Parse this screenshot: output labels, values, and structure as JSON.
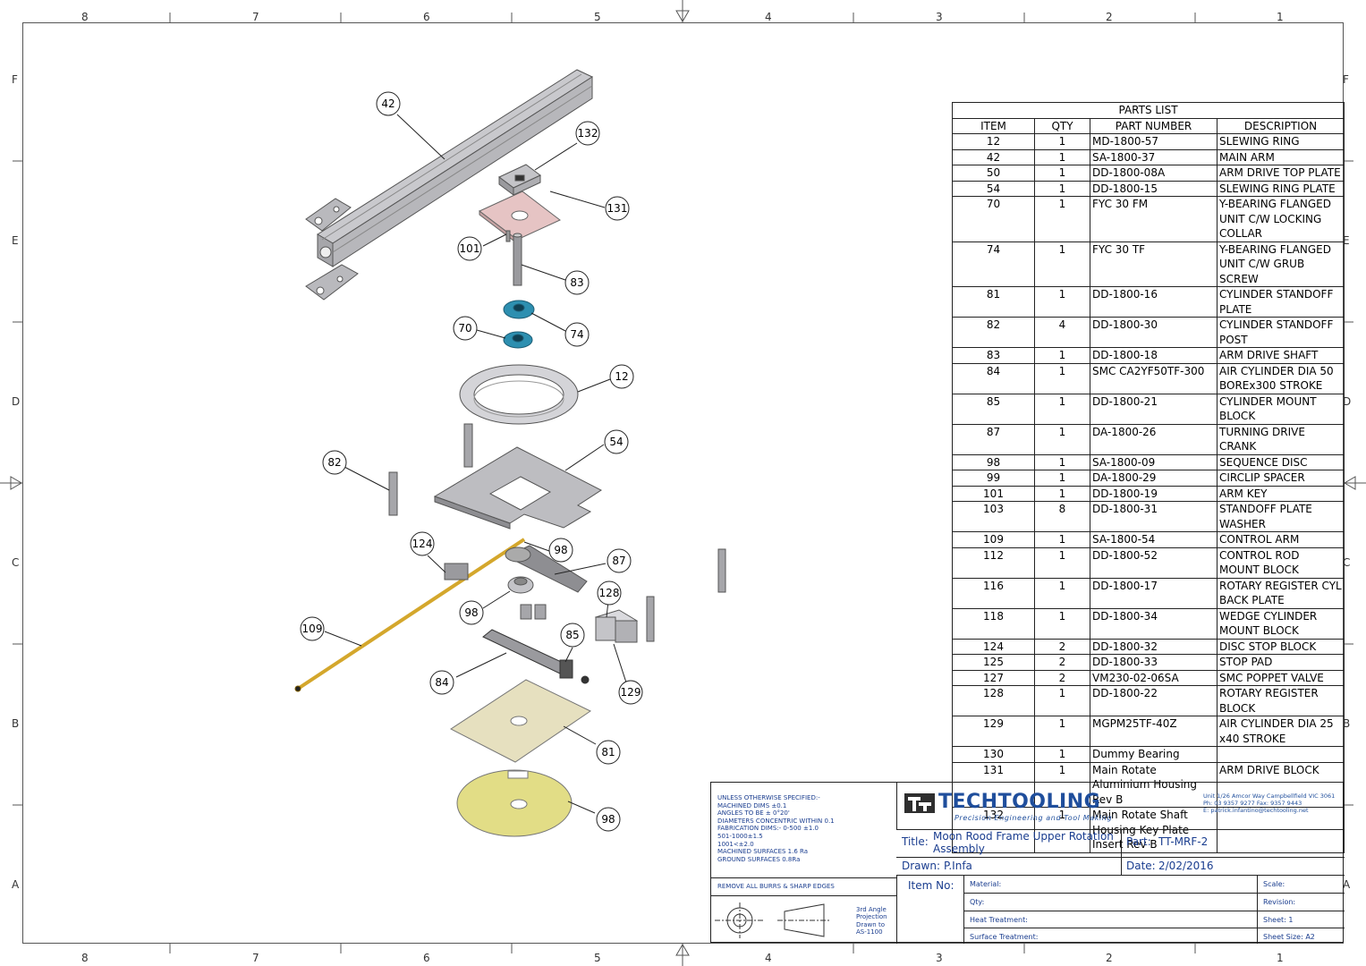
{
  "border": {
    "columns": [
      "8",
      "7",
      "6",
      "5",
      "4",
      "3",
      "2",
      "1"
    ],
    "rows": [
      "F",
      "E",
      "D",
      "C",
      "B",
      "A"
    ]
  },
  "balloons": [
    "42",
    "132",
    "131",
    "101",
    "83",
    "74",
    "70",
    "12",
    "54",
    "82",
    "98",
    "87",
    "124",
    "128",
    "98",
    "109",
    "85",
    "84",
    "129",
    "81",
    "98"
  ],
  "parts_list": {
    "title": "PARTS LIST",
    "headers": [
      "ITEM",
      "QTY",
      "PART NUMBER",
      "DESCRIPTION"
    ],
    "rows": [
      {
        "item": "12",
        "qty": "1",
        "part": "MD-1800-57",
        "desc": "SLEWING RING"
      },
      {
        "item": "42",
        "qty": "1",
        "part": "SA-1800-37",
        "desc": "MAIN ARM"
      },
      {
        "item": "50",
        "qty": "1",
        "part": "DD-1800-08A",
        "desc": "ARM DRIVE TOP PLATE"
      },
      {
        "item": "54",
        "qty": "1",
        "part": "DD-1800-15",
        "desc": "SLEWING RING PLATE"
      },
      {
        "item": "70",
        "qty": "1",
        "part": "FYC 30 FM",
        "desc": "Y-BEARING FLANGED UNIT C/W LOCKING COLLAR"
      },
      {
        "item": "74",
        "qty": "1",
        "part": "FYC 30 TF",
        "desc": "Y-BEARING FLANGED UNIT C/W GRUB SCREW"
      },
      {
        "item": "81",
        "qty": "1",
        "part": "DD-1800-16",
        "desc": "CYLINDER STANDOFF PLATE"
      },
      {
        "item": "82",
        "qty": "4",
        "part": "DD-1800-30",
        "desc": "CYLINDER STANDOFF POST"
      },
      {
        "item": "83",
        "qty": "1",
        "part": "DD-1800-18",
        "desc": "ARM DRIVE SHAFT"
      },
      {
        "item": "84",
        "qty": "1",
        "part": "SMC CA2YF50TF-300",
        "desc": "AIR CYLINDER DIA 50 BOREx300 STROKE"
      },
      {
        "item": "85",
        "qty": "1",
        "part": "DD-1800-21",
        "desc": "CYLINDER MOUNT BLOCK"
      },
      {
        "item": "87",
        "qty": "1",
        "part": "DA-1800-26",
        "desc": "TURNING DRIVE CRANK"
      },
      {
        "item": "98",
        "qty": "1",
        "part": "SA-1800-09",
        "desc": "SEQUENCE DISC"
      },
      {
        "item": "99",
        "qty": "1",
        "part": "DA-1800-29",
        "desc": "CIRCLIP SPACER"
      },
      {
        "item": "101",
        "qty": "1",
        "part": "DD-1800-19",
        "desc": "ARM KEY"
      },
      {
        "item": "103",
        "qty": "8",
        "part": "DD-1800-31",
        "desc": "STANDOFF PLATE WASHER"
      },
      {
        "item": "109",
        "qty": "1",
        "part": "SA-1800-54",
        "desc": "CONTROL ARM"
      },
      {
        "item": "112",
        "qty": "1",
        "part": "DD-1800-52",
        "desc": "CONTROL ROD MOUNT BLOCK"
      },
      {
        "item": "116",
        "qty": "1",
        "part": "DD-1800-17",
        "desc": "ROTARY REGISTER CYL BACK PLATE"
      },
      {
        "item": "118",
        "qty": "1",
        "part": "DD-1800-34",
        "desc": "WEDGE CYLINDER MOUNT BLOCK"
      },
      {
        "item": "124",
        "qty": "2",
        "part": "DD-1800-32",
        "desc": "DISC STOP BLOCK"
      },
      {
        "item": "125",
        "qty": "2",
        "part": "DD-1800-33",
        "desc": "STOP PAD"
      },
      {
        "item": "127",
        "qty": "2",
        "part": "VM230-02-06SA",
        "desc": "SMC POPPET VALVE"
      },
      {
        "item": "128",
        "qty": "1",
        "part": "DD-1800-22",
        "desc": "ROTARY REGISTER BLOCK"
      },
      {
        "item": "129",
        "qty": "1",
        "part": "MGPM25TF-40Z",
        "desc": "AIR CYLINDER DIA 25 x40 STROKE"
      },
      {
        "item": "130",
        "qty": "1",
        "part": "Dummy Bearing",
        "desc": ""
      },
      {
        "item": "131",
        "qty": "1",
        "part": "Main Rotate Aluminium Housing Rev B",
        "desc": "ARM DRIVE BLOCK"
      },
      {
        "item": "132",
        "qty": "1",
        "part": "Main Rotate Shaft Housing Key Plate Insert Rev B",
        "desc": ""
      }
    ]
  },
  "title_block": {
    "notes": [
      "UNLESS OTHERWISE SPECIFIED:-",
      "MACHINED DIMS ±0.1",
      "ANGLES TO BE ± 0°20'",
      "DIAMETERS CONCENTRIC WITHIN 0.1",
      "FABRICATION DIMS:- 0-500 ±1.0",
      "501-1000±1.5",
      "1001<±2.0",
      "MACHINED SURFACES 1.6 Ra",
      "GROUND SURFACES 0.8Ra"
    ],
    "burrs": "REMOVE ALL BURRS & SHARP EDGES",
    "projection": [
      "3rd Angle",
      "Projection",
      "Drawn to",
      "AS-1100"
    ],
    "company": {
      "logo_main": "TECHTOOLING",
      "tagline": "Precision Engineering and Tool Making",
      "address": [
        "Unit 1/26 Amcor Way Campbellfield VIC 3061",
        "Ph: 03 9357 9277 Fax: 9357 9443",
        "E: patrick.infantino@techtooling.net"
      ]
    },
    "title_label": "Title:",
    "title_value": "Moon Rood Frame Upper Rotation Assembly",
    "part_label": "Part:",
    "part_value": "TT-MRF-2",
    "drawn_label": "Drawn:",
    "drawn_value": "P.Infa",
    "date_label": "Date:",
    "date_value": "2/02/2016",
    "item_no_label": "Item No:",
    "fields": [
      {
        "label": "Material:",
        "value": ""
      },
      {
        "label": "Qty:",
        "value": ""
      },
      {
        "label": "Heat Treatment:",
        "value": ""
      },
      {
        "label": "Surface Treatment:",
        "value": ""
      }
    ],
    "right_fields": [
      {
        "label": "Scale:",
        "value": ""
      },
      {
        "label": "Revision:",
        "value": ""
      },
      {
        "label": "Sheet:",
        "value": "1"
      },
      {
        "label": "Sheet Size:",
        "value": "A2"
      }
    ]
  },
  "colors": {
    "line": "#222222",
    "title_text": "#1a3d8f",
    "logo_blue": "#1f4e9c",
    "part_grey": "#b9b9bd",
    "bearing_blue": "#2d8fb0",
    "control_arm": "#d4a72c",
    "plate_yellow": "#e2dd86",
    "plate_beige": "#e6e0bf",
    "plate_pink": "#e6c4c4"
  }
}
